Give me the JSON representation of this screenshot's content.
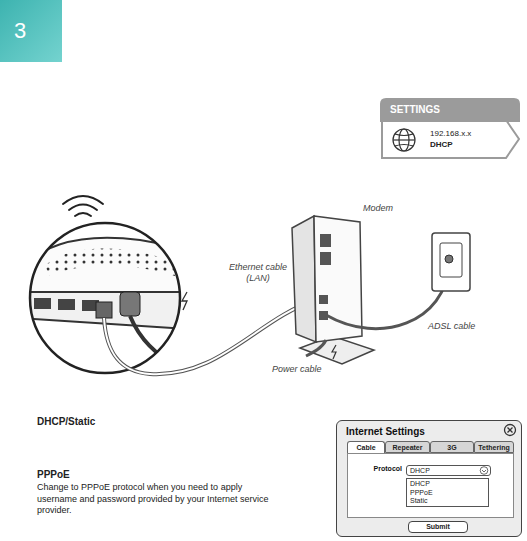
{
  "diagram": {
    "nodes": [
      {
        "text": [
          "3"
        ]
      },
      {
        "text": [
          "SETTINGS",
          "192.168.x.x",
          "DHCP"
        ]
      },
      {
        "text": [
          "Internet Settings"
        ]
      },
      {
        "text": [
          "Cable"
        ],
        "in": 2
      },
      {
        "text": [
          "Repeater"
        ],
        "in": 2
      },
      {
        "text": [
          "3G"
        ],
        "in": 2
      },
      {
        "text": [
          "Tethering"
        ],
        "in": 2
      },
      {
        "text": [
          "DHCP"
        ],
        "in": 2
      },
      {
        "text": [
          "DHCP",
          "PPPoE",
          "Static"
        ],
        "in": 2
      },
      {
        "text": [
          "Submit"
        ],
        "in": 2
      }
    ],
    "labels": [
      "Modem",
      "Ethernet cable (LAN)",
      "ADSL cable",
      "Power cable",
      "DHCP/Static",
      "PPPoE",
      "Change to PPPoE protocol when you need to apply username and password provided by your Internet service provider.",
      "Protocol"
    ]
  }
}
